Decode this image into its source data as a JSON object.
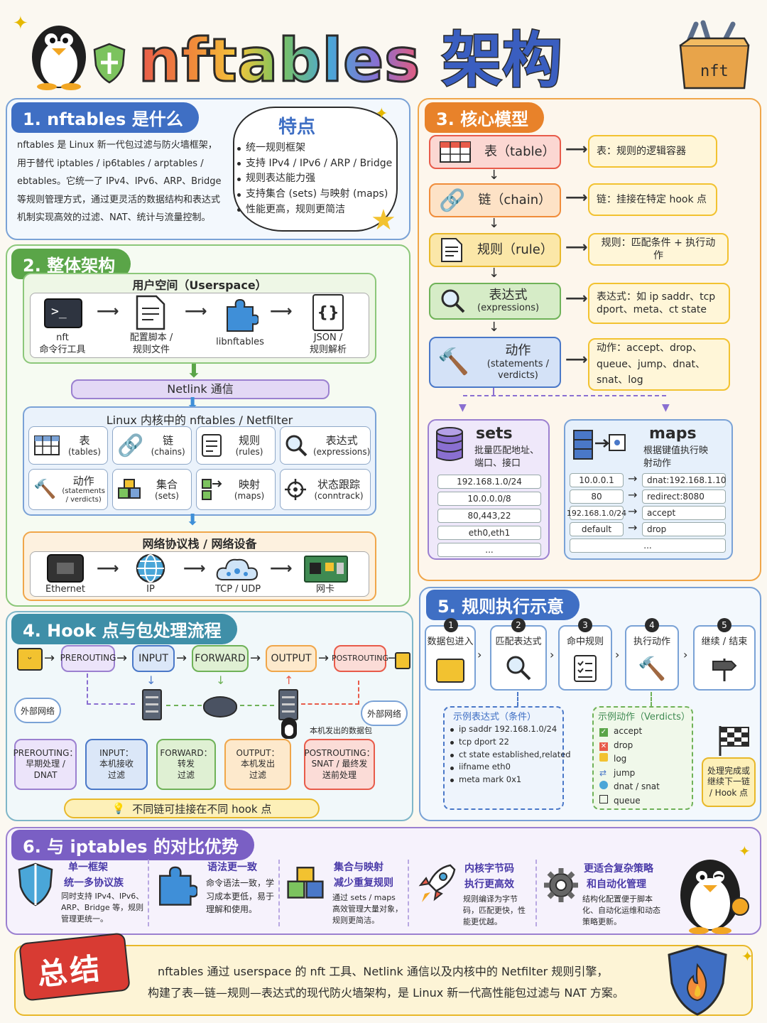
{
  "title": {
    "nft": "nftables",
    "cn": "架构"
  },
  "crate_label": "nft",
  "s1": {
    "heading": "1. nftables 是什么",
    "lines": [
      "nftables 是 Linux 新一代包过滤与防火墙框架，",
      "用于替代 iptables / ip6tables / arptables /",
      "ebtables。它统一了 IPv4、IPv6、ARP、Bridge",
      "等规则管理方式，通过更灵活的数据结构和表达式",
      "机制实现高效的过滤、NAT、统计与流量控制。"
    ],
    "features_title": "特点",
    "features": [
      "统一规则框架",
      "支持 IPv4 / IPv6 / ARP / Bridge",
      "规则表达能力强",
      "支持集合 (sets) 与映射 (maps)",
      "性能更高，规则更简洁"
    ]
  },
  "s2": {
    "heading": "2. 整体架构",
    "userspace": "用户空间（Userspace）",
    "user_items": [
      {
        "l1": "nft",
        "l2": "命令行工具"
      },
      {
        "l1": "配置脚本 /",
        "l2": "规则文件"
      },
      {
        "l1": "libnftables",
        "l2": ""
      },
      {
        "l1": "JSON /",
        "l2": "规则解析"
      }
    ],
    "netlink": "Netlink 通信",
    "kernel": "Linux 内核中的 nftables / Netfilter",
    "kernel_items": [
      {
        "l1": "表",
        "l2": "(tables)"
      },
      {
        "l1": "链",
        "l2": "(chains)"
      },
      {
        "l1": "规则",
        "l2": "(rules)"
      },
      {
        "l1": "表达式",
        "l2": "(expressions)"
      },
      {
        "l1": "动作",
        "l2": "(statements / verdicts)"
      },
      {
        "l1": "集合",
        "l2": "(sets)"
      },
      {
        "l1": "映射",
        "l2": "(maps)"
      },
      {
        "l1": "状态跟踪",
        "l2": "(conntrack)"
      }
    ],
    "netstack": "网络协议栈 / 网络设备",
    "net_items": [
      "Ethernet",
      "IP",
      "TCP / UDP",
      "网卡"
    ]
  },
  "s3": {
    "heading": "3. 核心模型",
    "rows": [
      {
        "name": "表（table）",
        "sub": "",
        "desc": "表：规则的逻辑容器"
      },
      {
        "name": "链（chain）",
        "sub": "",
        "desc": "链：挂接在特定 hook 点"
      },
      {
        "name": "规则（rule）",
        "sub": "",
        "desc": "规则：匹配条件 + 执行动作"
      },
      {
        "name": "表达式",
        "sub": "(expressions)",
        "desc": "表达式：如 ip saddr、tcp dport、meta、ct state"
      },
      {
        "name": "动作",
        "sub": "(statements / verdicts)",
        "desc": "动作：accept、drop、queue、jump、dnat、snat、log"
      }
    ],
    "sets": {
      "title": "sets",
      "desc": "批量匹配地址、端口、接口",
      "rows": [
        "192.168.1.0/24",
        "10.0.0.0/8",
        "80,443,22",
        "eth0,eth1",
        "..."
      ]
    },
    "maps": {
      "title": "maps",
      "desc": "根据键值执行映射动作",
      "rows": [
        [
          "10.0.0.1",
          "dnat:192.168.1.10"
        ],
        [
          "80",
          "redirect:8080"
        ],
        [
          "192.168.1.0/24",
          "accept"
        ],
        [
          "default",
          "drop"
        ]
      ],
      "more": "..."
    }
  },
  "s4": {
    "heading": "4. Hook 点与包处理流程",
    "hooks": [
      "PREROUTING",
      "INPUT",
      "FORWARD",
      "OUTPUT",
      "POSTROUTING"
    ],
    "ext_left": "外部网络",
    "ext_right": "外部网络",
    "local_pkt": "本机发出的数据包",
    "cards": [
      {
        "t": "PREROUTING：",
        "d": "早期处理 / DNAT"
      },
      {
        "t": "INPUT：",
        "d": "本机接收过滤"
      },
      {
        "t": "FORWARD：",
        "d": "转发过滤"
      },
      {
        "t": "OUTPUT：",
        "d": "本机发出过滤"
      },
      {
        "t": "POSTROUTING：",
        "d": "SNAT / 最终发送前处理"
      }
    ],
    "tip": "不同链可挂接在不同 hook 点"
  },
  "s5": {
    "heading": "5. 规则执行示意",
    "steps": [
      {
        "n": "1",
        "t": "数据包进入"
      },
      {
        "n": "2",
        "t": "匹配表达式"
      },
      {
        "n": "3",
        "t": "命中规则"
      },
      {
        "n": "4",
        "t": "执行动作"
      },
      {
        "n": "5",
        "t": "继续 / 结束"
      }
    ],
    "expr_title": "示例表达式（条件）",
    "expr": [
      "ip saddr 192.168.1.0/24",
      "tcp dport 22",
      "ct state established,related",
      "iifname eth0",
      "meta mark 0x1"
    ],
    "verd_title": "示例动作（Verdicts）",
    "verd": [
      "accept",
      "drop",
      "log",
      "jump",
      "dnat / snat",
      "queue"
    ],
    "done": "处理完成或继续下一链 / Hook 点"
  },
  "s6": {
    "heading": "6. 与 iptables 的对比优势",
    "items": [
      {
        "h1": "单一框架",
        "h2": "统一多协议族",
        "d": "同时支持 IPv4、IPv6、ARP、Bridge 等，规则管理更统一。"
      },
      {
        "h1": "语法更一致",
        "h2": "",
        "d": "命令语法一致，学习成本更低，易于理解和使用。"
      },
      {
        "h1": "集合与映射",
        "h2": "减少重复规则",
        "d": "通过 sets / maps 高效管理大量对象，规则更简洁。"
      },
      {
        "h1": "内核字节码",
        "h2": "执行更高效",
        "d": "规则编译为字节码，匹配更快，性能更优越。"
      },
      {
        "h1": "更适合复杂策略",
        "h2": "和自动化管理",
        "d": "结构化配置便于脚本化、自动化运维和动态策略更新。"
      }
    ]
  },
  "summary": {
    "label": "总结",
    "l1": "nftables 通过 userspace 的 nft 工具、Netlink 通信以及内核中的 Netfilter 规则引擎，",
    "l2": "构建了表—链—规则—表达式的现代防火墙架构，是 Linux 新一代高性能包过滤与 NAT 方案。"
  }
}
